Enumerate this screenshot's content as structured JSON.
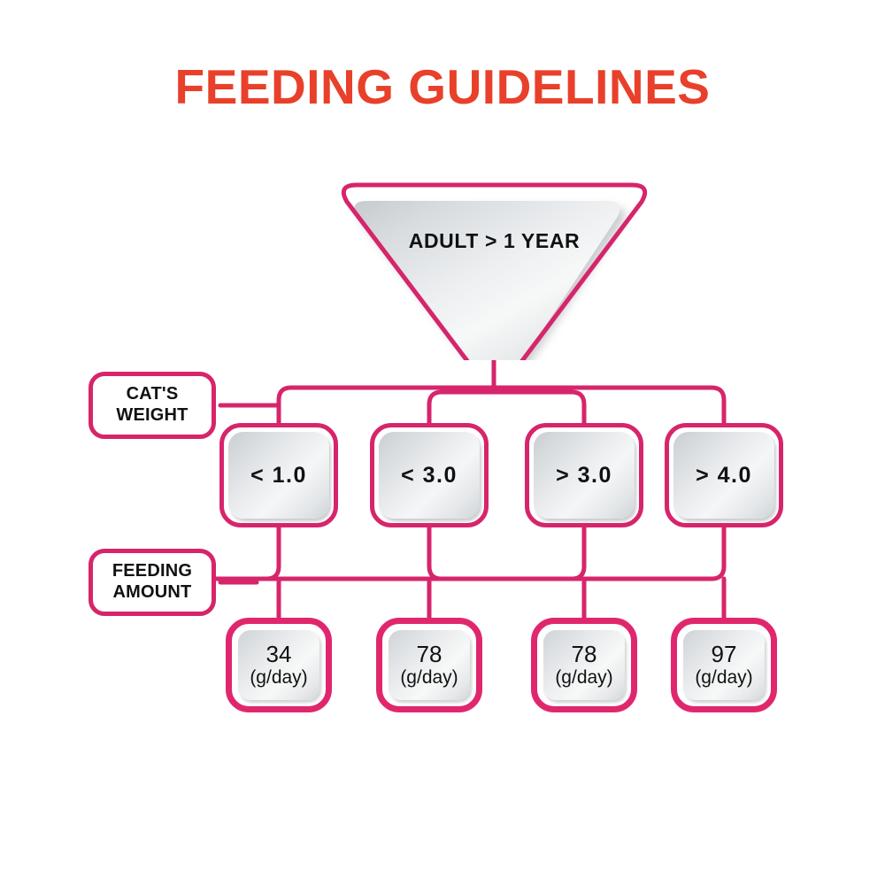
{
  "page": {
    "title": "FEEDING GUIDELINES",
    "title_color": "#e8402a",
    "accent_color": "#d6256b",
    "background": "#ffffff"
  },
  "diagram": {
    "root": {
      "shape": "triangle-down",
      "label": "ADULT  >  1 YEAR"
    },
    "row_labels": {
      "weight": {
        "line1": "CAT'S",
        "line2": "WEIGHT"
      },
      "amount": {
        "line1": "FEEDING",
        "line2": "AMOUNT"
      }
    },
    "columns": [
      {
        "weight": "< 1.0",
        "amount_value": "34",
        "amount_unit": "(g/day)"
      },
      {
        "weight": "< 3.0",
        "amount_value": "78",
        "amount_unit": "(g/day)"
      },
      {
        "weight": "> 3.0",
        "amount_value": "78",
        "amount_unit": "(g/day)"
      },
      {
        "weight": "> 4.0",
        "amount_value": "97",
        "amount_unit": "(g/day)"
      }
    ]
  }
}
